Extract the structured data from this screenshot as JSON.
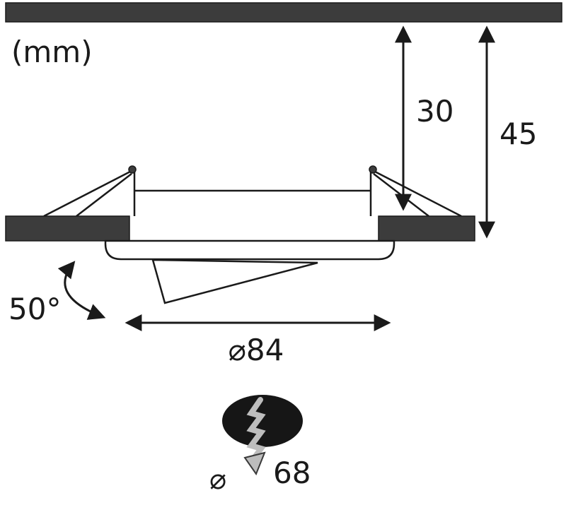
{
  "labels": {
    "unit": "(mm)",
    "depth_30": "30",
    "depth_45": "45",
    "tilt_angle": "50°",
    "trim_diameter": "⌀84",
    "cutout_diameter_symbol": "⌀",
    "cutout_diameter_value": "68"
  },
  "colors": {
    "dark_fill": "#3c3c3c",
    "hole_fill": "#161616",
    "zigzag": "#bdbdbd",
    "line": "#1a1a1a",
    "background": "#ffffff"
  }
}
